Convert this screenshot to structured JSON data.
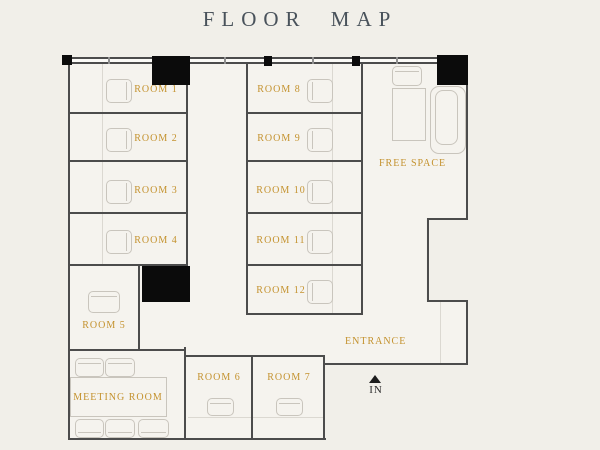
{
  "title": "FLOOR MAP",
  "plan": {
    "rooms": [
      {
        "label": "ROOM 1"
      },
      {
        "label": "ROOM 2"
      },
      {
        "label": "ROOM 3"
      },
      {
        "label": "ROOM 4"
      },
      {
        "label": "ROOM 5"
      },
      {
        "label": "ROOM 6"
      },
      {
        "label": "ROOM 7"
      },
      {
        "label": "ROOM 8"
      },
      {
        "label": "ROOM 9"
      },
      {
        "label": "ROOM 10"
      },
      {
        "label": "ROOM 11"
      },
      {
        "label": "ROOM 12"
      }
    ],
    "meeting_room_label": "MEETING ROOM",
    "free_space_label": "FREE SPACE",
    "entrance_label": "ENTRANCE",
    "in_label": "IN",
    "colors": {
      "background": "#f1efe9",
      "room_label": "#c4922e",
      "title": "#49525b",
      "wall": "#4c4c4c",
      "column": "#0b0b0b",
      "furniture": "#c9c5bd"
    }
  }
}
